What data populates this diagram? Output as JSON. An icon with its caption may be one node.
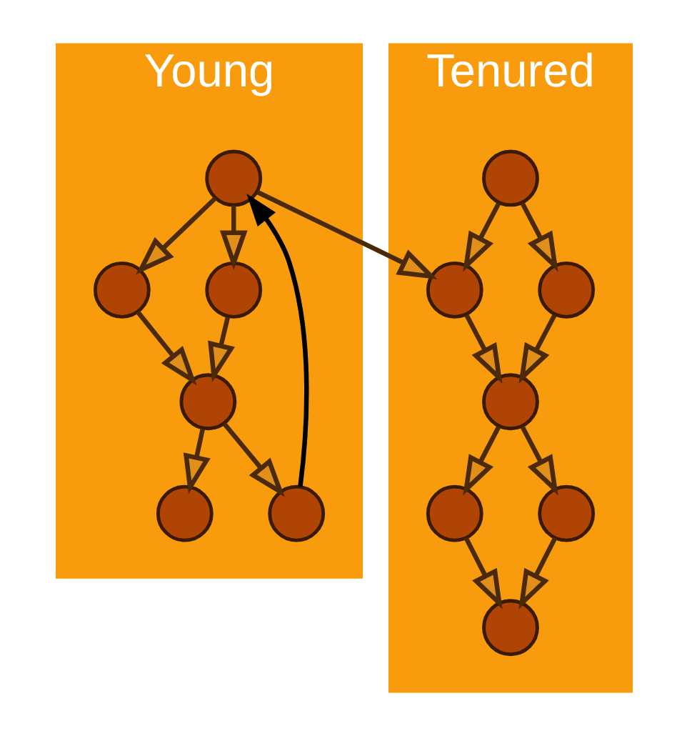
{
  "diagram": {
    "nodes": [
      {
        "text": [
          "Young"
        ]
      },
      {
        "text": [],
        "shape": "circle",
        "in": 0
      },
      {
        "text": [],
        "shape": "circle",
        "in": 0
      },
      {
        "text": [],
        "shape": "circle",
        "in": 0
      },
      {
        "text": [],
        "shape": "circle",
        "in": 0
      },
      {
        "text": [],
        "shape": "circle",
        "in": 0
      },
      {
        "text": [],
        "shape": "circle",
        "in": 0
      },
      {
        "text": [
          "Tenured"
        ]
      },
      {
        "text": [],
        "shape": "circle",
        "in": 7
      },
      {
        "text": [],
        "shape": "circle",
        "in": 7
      },
      {
        "text": [],
        "shape": "circle",
        "in": 7
      },
      {
        "text": [],
        "shape": "circle",
        "in": 7
      },
      {
        "text": [],
        "shape": "circle",
        "in": 7
      },
      {
        "text": [],
        "shape": "circle",
        "in": 7
      },
      {
        "text": [],
        "shape": "circle",
        "in": 7
      }
    ],
    "edges": [
      {
        "from": 1,
        "to": 2,
        "arrow": "to"
      },
      {
        "from": 1,
        "to": 3,
        "arrow": "to"
      },
      {
        "from": 2,
        "to": 4,
        "arrow": "to"
      },
      {
        "from": 3,
        "to": 4,
        "arrow": "to"
      },
      {
        "from": 4,
        "to": 5,
        "arrow": "to"
      },
      {
        "from": 4,
        "to": 6,
        "arrow": "to"
      },
      {
        "from": 6,
        "to": 1,
        "arrow": "to",
        "color": "#000000"
      },
      {
        "from": 1,
        "to": 9,
        "arrow": "to"
      },
      {
        "from": 8,
        "to": 9,
        "arrow": "to"
      },
      {
        "from": 8,
        "to": 10,
        "arrow": "to"
      },
      {
        "from": 9,
        "to": 11,
        "arrow": "to"
      },
      {
        "from": 10,
        "to": 11,
        "arrow": "to"
      },
      {
        "from": 11,
        "to": 12,
        "arrow": "to"
      },
      {
        "from": 11,
        "to": 13,
        "arrow": "to"
      },
      {
        "from": 12,
        "to": 14,
        "arrow": "to"
      },
      {
        "from": 13,
        "to": 14,
        "arrow": "to"
      }
    ]
  }
}
